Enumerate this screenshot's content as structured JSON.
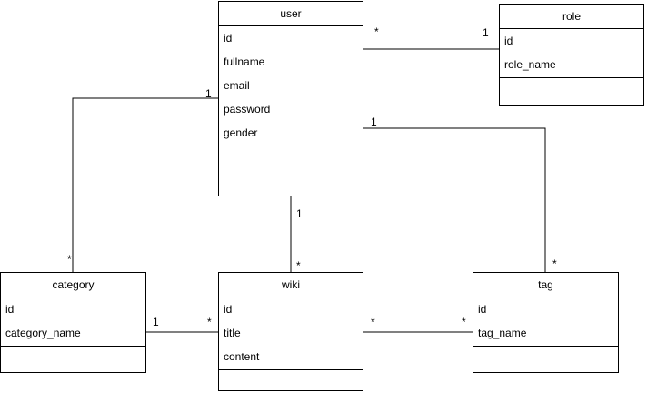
{
  "entities": {
    "user": {
      "name": "user",
      "attributes": [
        "id",
        "fullname",
        "email",
        "password",
        "gender"
      ]
    },
    "role": {
      "name": "role",
      "attributes": [
        "id",
        "role_name"
      ]
    },
    "category": {
      "name": "category",
      "attributes": [
        "id",
        "category_name"
      ]
    },
    "wiki": {
      "name": "wiki",
      "attributes": [
        "id",
        "title",
        "content"
      ]
    },
    "tag": {
      "name": "tag",
      "attributes": [
        "id",
        "tag_name"
      ]
    }
  },
  "relationships": {
    "user_role": {
      "user_end": "*",
      "role_end": "1"
    },
    "user_category": {
      "user_end": "1",
      "category_end": "*"
    },
    "user_tag": {
      "user_end": "1",
      "tag_end": "*"
    },
    "user_wiki": {
      "user_end": "1",
      "wiki_end": "*"
    },
    "category_wiki": {
      "category_end": "1",
      "wiki_end": "*"
    },
    "wiki_tag": {
      "wiki_end": "*",
      "tag_end": "*"
    }
  }
}
